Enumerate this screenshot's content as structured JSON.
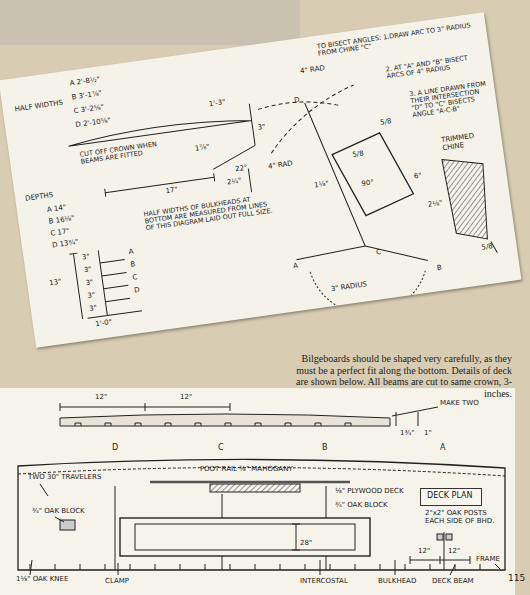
{
  "diagram": {
    "caption": "Bilgeboards should be shaped very carefully, as they must be a perfect fit along the bottom. Details of deck are shown below. All beams are cut to same crown, 3-inches.",
    "nodes": [
      {
        "text": [
          "DECK PLAN"
        ]
      }
    ],
    "labels": [
      "HALF WIDTHS",
      "A 2'-8½\"",
      "B 3'-1⅞\"",
      "C 3'-2⅝\"",
      "D 2'-10⅝\"",
      "1'-3\"",
      "3\"",
      "1⅞\"",
      "22°",
      "CUT OFF CROWN WHEN BEAMS ARE FITTED",
      "DEPTHS",
      "A 14\"",
      "B 16⅛\"",
      "C 17\"",
      "D 13¾\"",
      "2¼\"",
      "17\"",
      "HALF WIDTHS OF BULKHEADS AT BOTTOM ARE MEASURED FROM LINES OF THIS DIAGRAM LAID OUT FULL SIZE.",
      "A",
      "B",
      "C",
      "D",
      "3\"",
      "3\"",
      "3\"",
      "3\"",
      "3\"",
      "13\"",
      "1'-0\"",
      "TO BISECT ANGLES: 1.DRAW ARC TO 3\" RADIUS FROM CHINE \"C\"",
      "2. AT \"A\" AND \"B\" BISECT ARCS OF 4\" RADIUS",
      "3. A LINE DRAWN FROM THEIR INTERSECTION \"D\" TO \"C\" BISECTS ANGLE \"A-C-B\"",
      "4\" RAD",
      "4\" RAD",
      "3\" RADIUS",
      "D",
      "A",
      "B",
      "C",
      "1⅛\"",
      "90°",
      "5/8",
      "5/8",
      "6\"",
      "2⅛\"",
      "TRIMMED CHINE",
      "5/8",
      "12\"",
      "12\"",
      "MAKE TWO",
      "1¾\"",
      "1\"",
      "FOOT RAIL ⅜\" MAHOGANY",
      "TWO 30\" TRAVELERS",
      "D",
      "C",
      "B",
      "A",
      "¾\" OAK BLOCK",
      "⅛\" PLYWOOD DECK",
      "¾\" OAK BLOCK",
      "2\"x2\" OAK POSTS EACH SIDE OF BHD.",
      "28\"",
      "12\"",
      "12\"",
      "FRAME",
      "1⅛\" OAK KNEE",
      "CLAMP",
      "INTERCOSTAL",
      "BULKHEAD",
      "DECK BEAM",
      "115"
    ]
  }
}
